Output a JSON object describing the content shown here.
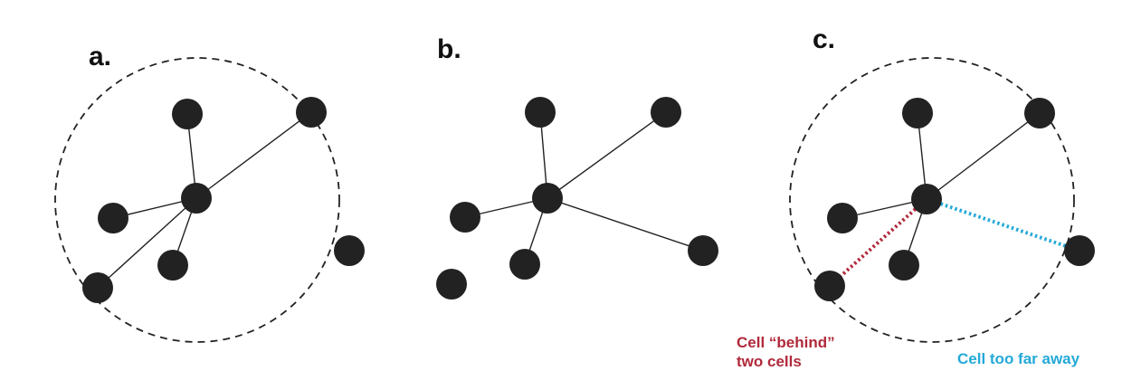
{
  "panels": [
    {
      "label": "a."
    },
    {
      "label": "b."
    },
    {
      "label": "c."
    }
  ],
  "annotations": {
    "behind": {
      "line1": "Cell “behind”",
      "line2": "two cells",
      "color": "#b0293a"
    },
    "far": {
      "text": "Cell too far away",
      "color": "#23a9d8"
    }
  },
  "colors": {
    "node": "#222222",
    "edge": "#222222"
  }
}
